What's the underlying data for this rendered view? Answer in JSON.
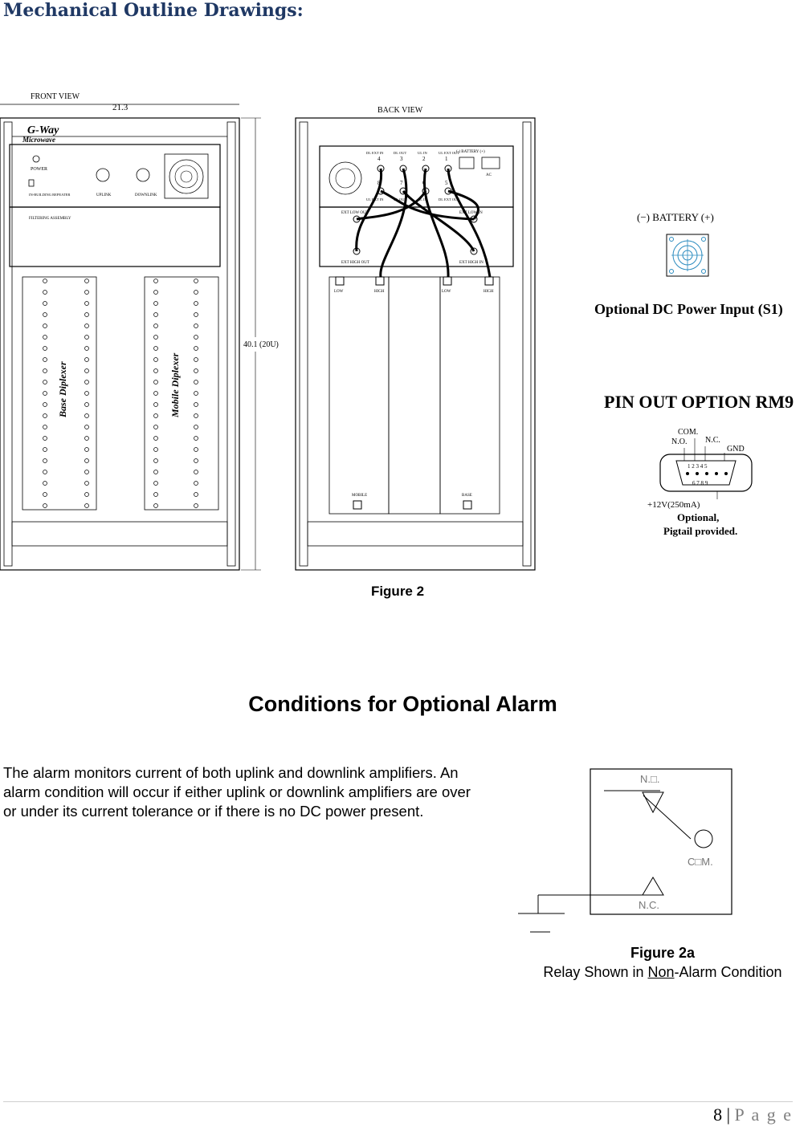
{
  "heading": "Mechanical Outline Drawings:",
  "figure2": {
    "caption": "Figure 2",
    "front_view": {
      "label": "FRONT VIEW",
      "width_dim": "21.3",
      "height_dim": "40.1 (20U)",
      "logo_line1": "G-Way",
      "logo_line2": "Microwave",
      "power_label": "POWER",
      "product_label": "IN-BUILDING REPEATER",
      "uplink_label": "UPLINK",
      "downlink_label": "DOWNLINK",
      "filter_label": "FILTERING ASSEMBLY",
      "base_diplexer": "Base Diplexer",
      "mobile_diplexer": "Mobile Diplexer"
    },
    "back_view": {
      "label": "BACK VIEW",
      "battery_label": "(-) BATTERY (+)",
      "ac_label": "AC",
      "port_top_1": "DL EXT IN",
      "port_top_2": "DL OUT",
      "port_top_3": "UL IN",
      "port_top_4": "UL EXT OUT",
      "port_bottom_1": "UL EXT IN",
      "port_bottom_2": "UL OUT",
      "port_bottom_3": "DL IN",
      "port_bottom_4": "DL EXT OUT",
      "ext_low_out": "EXT LOW OUT",
      "ext_low_in": "EXT LOW IN",
      "ext_high_out": "EXT HIGH OUT",
      "ext_high_in": "EXT HIGH IN",
      "low_1": "LOW",
      "high_1": "HIGH",
      "low_2": "LOW",
      "high_2": "HIGH",
      "mobile": "MOBILE",
      "base": "BASE",
      "num_4": "4",
      "num_3": "3",
      "num_2": "2",
      "num_1": "1",
      "num_8": "8",
      "num_7": "7",
      "num_6": "6",
      "num_5": "5"
    }
  },
  "dc_input": {
    "battery_label": "(−)  BATTERY  (+)",
    "caption": "Optional DC Power Input (S1)"
  },
  "rm9": {
    "title": "PIN OUT OPTION RM9",
    "com": "COM.",
    "no": "N.O.",
    "nc": "N.C.",
    "gnd": "GND",
    "pins_top": "1 2 3 4 5",
    "pins_bottom": "6 7 8 9",
    "power": "+12V(250mA)",
    "note1": "Optional,",
    "note2": "Pigtail provided."
  },
  "alarm": {
    "heading": "Conditions for Optional Alarm",
    "body": "The alarm monitors current of both uplink and downlink amplifiers. An alarm condition will occur if either uplink or downlink amplifiers are over or under its current tolerance or if there is no DC power present."
  },
  "figure2a": {
    "no_label": "N.□.",
    "com_label": "C□M.",
    "nc_label": "N.C.",
    "caption": "Figure 2a",
    "sub_before": "Relay Shown in ",
    "sub_underline": "Non",
    "sub_after": "-Alarm Condition"
  },
  "footer": {
    "page_number": "8",
    "separator": " | ",
    "page_word": "P a g e"
  }
}
